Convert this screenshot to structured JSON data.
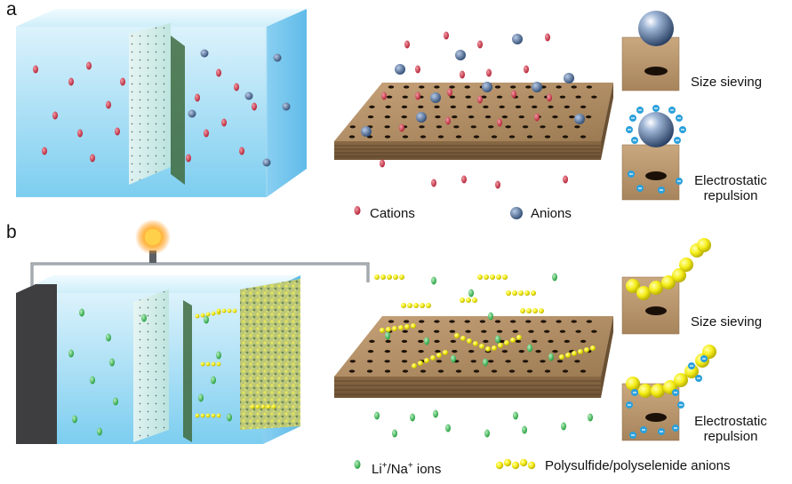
{
  "panel_a": {
    "letter": "a",
    "legend": {
      "cations": "Cations",
      "anions": "Anions"
    },
    "mechanisms": {
      "size": "Size sieving",
      "electro_1": "Electrostatic",
      "electro_2": "repulsion"
    }
  },
  "panel_b": {
    "letter": "b",
    "legend": {
      "li_na_prefix": "Li",
      "li_na_sup1": "+",
      "li_na_mid": "/Na",
      "li_na_sup2": "+",
      "li_na_suffix": " ions",
      "polysulfide": "Polysulfide/polyselenide anions"
    },
    "mechanisms": {
      "size": "Size sieving",
      "electro_1": "Electrostatic",
      "electro_2": "repulsion"
    }
  },
  "colors": {
    "cation": "#c8283c",
    "anion": "#3d5a85",
    "li_na": "#2fb84a",
    "polysulfide": "#f0e600",
    "membrane": "#a8855a",
    "water": "#8fd2f0",
    "negative_charge": "#2aa0dc"
  }
}
